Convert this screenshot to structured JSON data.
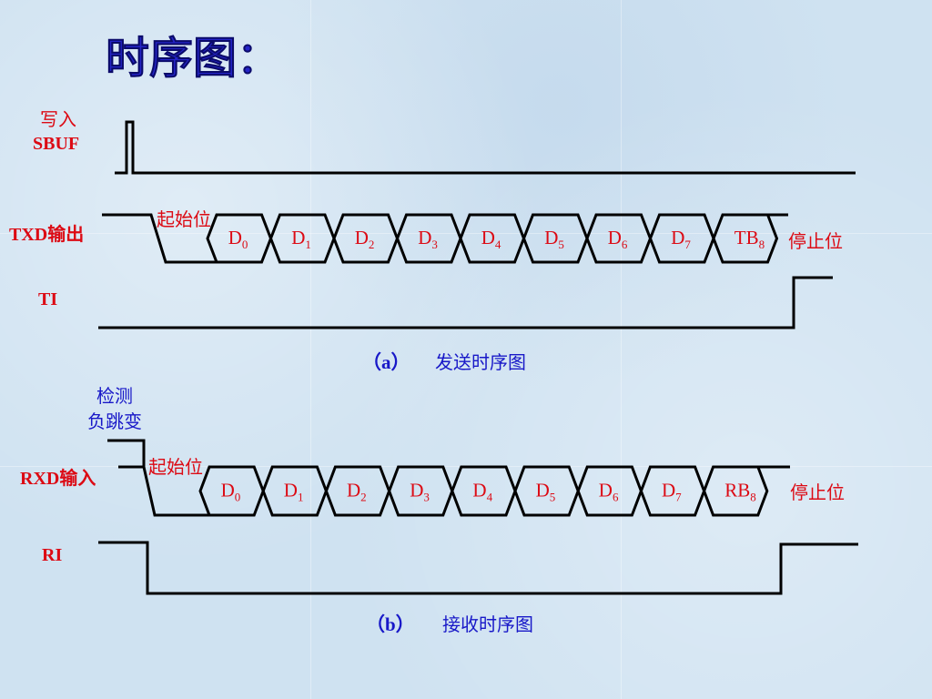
{
  "title": "时序图：",
  "colors": {
    "label_red": "#dc0a14",
    "label_blue": "#1818c8",
    "title_blue": "#2424c8",
    "background": "#cfe2f1"
  },
  "send": {
    "write_sbuf_line1": "写入",
    "write_sbuf_line2": "SBUF",
    "txd_label": "TXD输出",
    "start_bit": "起始位",
    "stop_bit": "停止位",
    "ti_label": "TI",
    "caption_prefix": "（a）",
    "caption": "发送时序图",
    "bits": [
      {
        "main": "D",
        "sub": "0"
      },
      {
        "main": "D",
        "sub": "1"
      },
      {
        "main": "D",
        "sub": "2"
      },
      {
        "main": "D",
        "sub": "3"
      },
      {
        "main": "D",
        "sub": "4"
      },
      {
        "main": "D",
        "sub": "5"
      },
      {
        "main": "D",
        "sub": "6"
      },
      {
        "main": "D",
        "sub": "7"
      },
      {
        "main": "TB",
        "sub": "8"
      }
    ]
  },
  "receive": {
    "detect_line1": "检测",
    "detect_line2": "负跳变",
    "rxd_label": "RXD输入",
    "start_bit": "起始位",
    "stop_bit": "停止位",
    "ri_label": "RI",
    "caption_prefix": "（b）",
    "caption": "接收时序图",
    "bits": [
      {
        "main": "D",
        "sub": "0"
      },
      {
        "main": "D",
        "sub": "1"
      },
      {
        "main": "D",
        "sub": "2"
      },
      {
        "main": "D",
        "sub": "3"
      },
      {
        "main": "D",
        "sub": "4"
      },
      {
        "main": "D",
        "sub": "5"
      },
      {
        "main": "D",
        "sub": "6"
      },
      {
        "main": "D",
        "sub": "7"
      },
      {
        "main": "RB",
        "sub": "8"
      }
    ]
  }
}
